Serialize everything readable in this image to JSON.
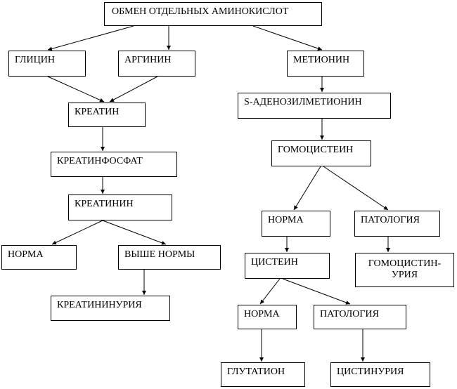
{
  "nodes": {
    "root": "ОБМЕН ОТДЕЛЬНЫХ АМИНОКИСЛОТ",
    "glycine": "ГЛИЦИН",
    "arginine": "АРГИНИН",
    "methionine": "МЕТИОНИН",
    "creatine": "КРЕАТИН",
    "sam": "S-АДЕНОЗИЛМЕТИОНИН",
    "creatine_phosphate": "КРЕАТИНФОСФАТ",
    "homocysteine": "ГОМОЦИСТЕИН",
    "creatinine": "КРЕАТИНИН",
    "norm1": "НОРМА",
    "pathology1": "ПАТОЛОГИЯ",
    "norm_low": "НОРМА",
    "above_norm": "ВЫШЕ НОРМЫ",
    "cysteine": "ЦИСТЕИН",
    "homocystinuria_line1": "ГОМОЦИСТИН-",
    "homocystinuria_line2": "УРИЯ",
    "creatininuria": "КРЕАТИНИНУРИЯ",
    "norm2": "НОРМА",
    "pathology2": "ПАТОЛОГИЯ",
    "glutathione": "ГЛУТАТИОН",
    "cystinuria": "ЦИСТИНУРИЯ"
  }
}
